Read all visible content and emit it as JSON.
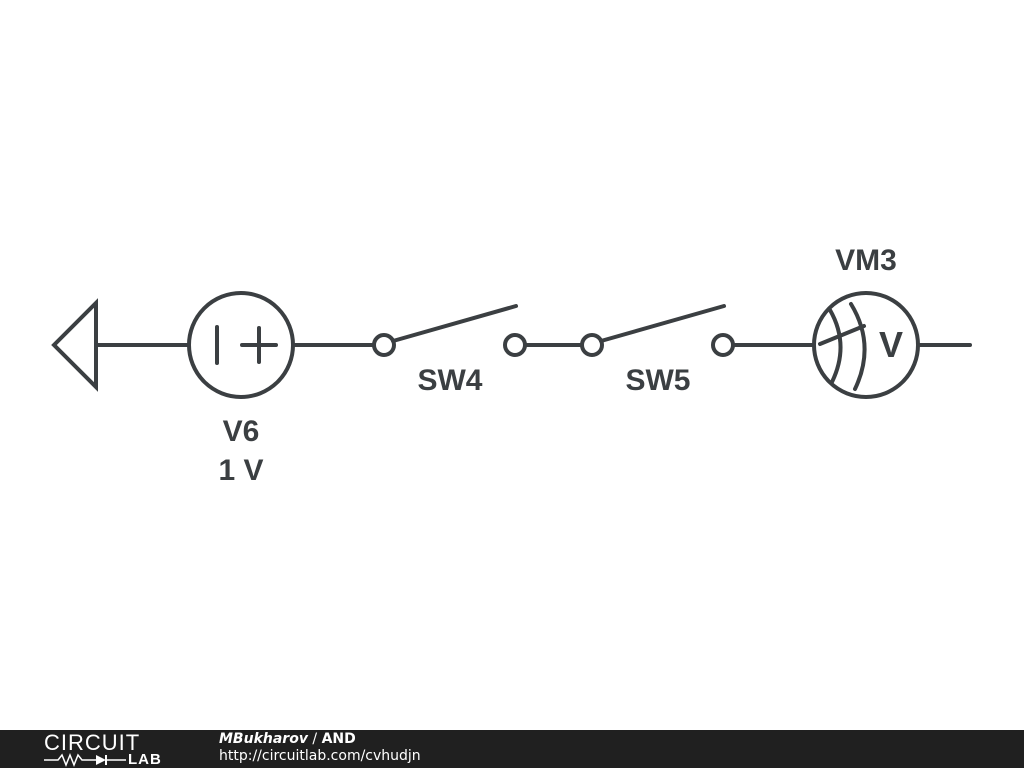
{
  "schematic": {
    "components": {
      "source": {
        "name": "V6",
        "value": "1 V",
        "polarity": "| +"
      },
      "switch_1": {
        "name": "SW4"
      },
      "switch_2": {
        "name": "SW5"
      },
      "meter": {
        "name": "VM3",
        "symbol": "V"
      }
    },
    "line_color": "#3b3f42"
  },
  "footer": {
    "logo_top": "CIRCUIT",
    "logo_bottom": "LAB",
    "author": "MBukharov",
    "separator": " / ",
    "title": "AND",
    "url": "http://circuitlab.com/cvhudjn",
    "background": "#202020"
  }
}
